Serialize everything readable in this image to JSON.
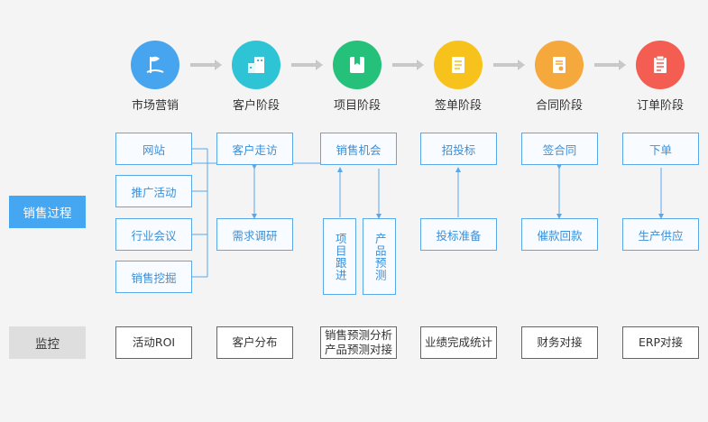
{
  "stages": [
    {
      "label": "市场营销",
      "icon": "flag-icon",
      "color": "#47a5ef"
    },
    {
      "label": "客户阶段",
      "icon": "building-icon",
      "color": "#2ec4d6"
    },
    {
      "label": "项目阶段",
      "icon": "bookmark-icon",
      "color": "#25c07a"
    },
    {
      "label": "签单阶段",
      "icon": "document-icon",
      "color": "#f7c21b"
    },
    {
      "label": "合同阶段",
      "icon": "certificate-icon",
      "color": "#f5a83c"
    },
    {
      "label": "订单阶段",
      "icon": "list-icon",
      "color": "#f45d52"
    }
  ],
  "side": {
    "sales": "销售过程",
    "monitor": "监控"
  },
  "sales": {
    "marketing": [
      "网站",
      "推广活动",
      "行业会议",
      "销售挖掘"
    ],
    "customer": {
      "top": "客户走访",
      "bottom": "需求调研"
    },
    "project": {
      "top": "销售机会",
      "left": "项目跟进",
      "right": "产品预测"
    },
    "signing": {
      "top": "招投标",
      "bottom": "投标准备"
    },
    "contract": {
      "top": "签合同",
      "bottom": "催款回款"
    },
    "order": {
      "top": "下单",
      "bottom": "生产供应"
    }
  },
  "monitor": {
    "items": [
      "活动ROI",
      "客户分布",
      "销售预测分析",
      "产品预测对接",
      "业绩完成统计",
      "财务对接",
      "ERP对接"
    ]
  }
}
